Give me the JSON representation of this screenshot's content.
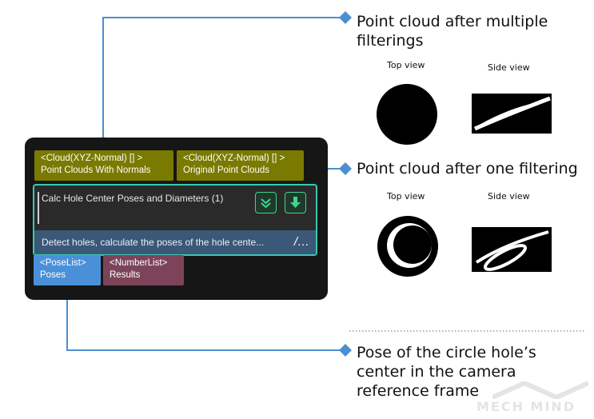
{
  "callouts": {
    "filter_multi": "Point cloud after multiple filterings",
    "filter_multi_line1": "Point cloud after multiple",
    "filter_multi_line2": "filterings",
    "filter_one": "Point cloud after one filtering",
    "pose": "Pose of the circle hole's center in the camera reference frame",
    "pose_line1": "Pose of the circle hole’s",
    "pose_line2": "center in the camera",
    "pose_line3": "reference frame"
  },
  "view_labels": {
    "top": "Top view",
    "side": "Side view"
  },
  "node": {
    "inputs": [
      {
        "type": "<Cloud(XYZ-Normal) [] >",
        "name": "Point Clouds With Normals"
      },
      {
        "type": "<Cloud(XYZ-Normal) [] >",
        "name": "Original Point Clouds"
      }
    ],
    "step_title": "Calc Hole Center Poses and Diameters (1)",
    "description": "Detect holes, calculate the poses of the hole cente...",
    "outputs": [
      {
        "type": "<PoseList>",
        "name": "Poses"
      },
      {
        "type": "<NumberList>",
        "name": "Results"
      }
    ]
  },
  "icons": [
    "expand-icon",
    "download-icon",
    "edit-icon",
    "diamond-marker-icon"
  ],
  "colors": {
    "connector": "#4a90d0",
    "input_port": "#7a7a00",
    "output_port_pose": "#4a90d9",
    "output_port_number": "#7d4459",
    "step_border": "#38c9b3",
    "step_desc_bg": "#3c5878",
    "node_bg": "#161616"
  },
  "watermark": "MECH MIND"
}
